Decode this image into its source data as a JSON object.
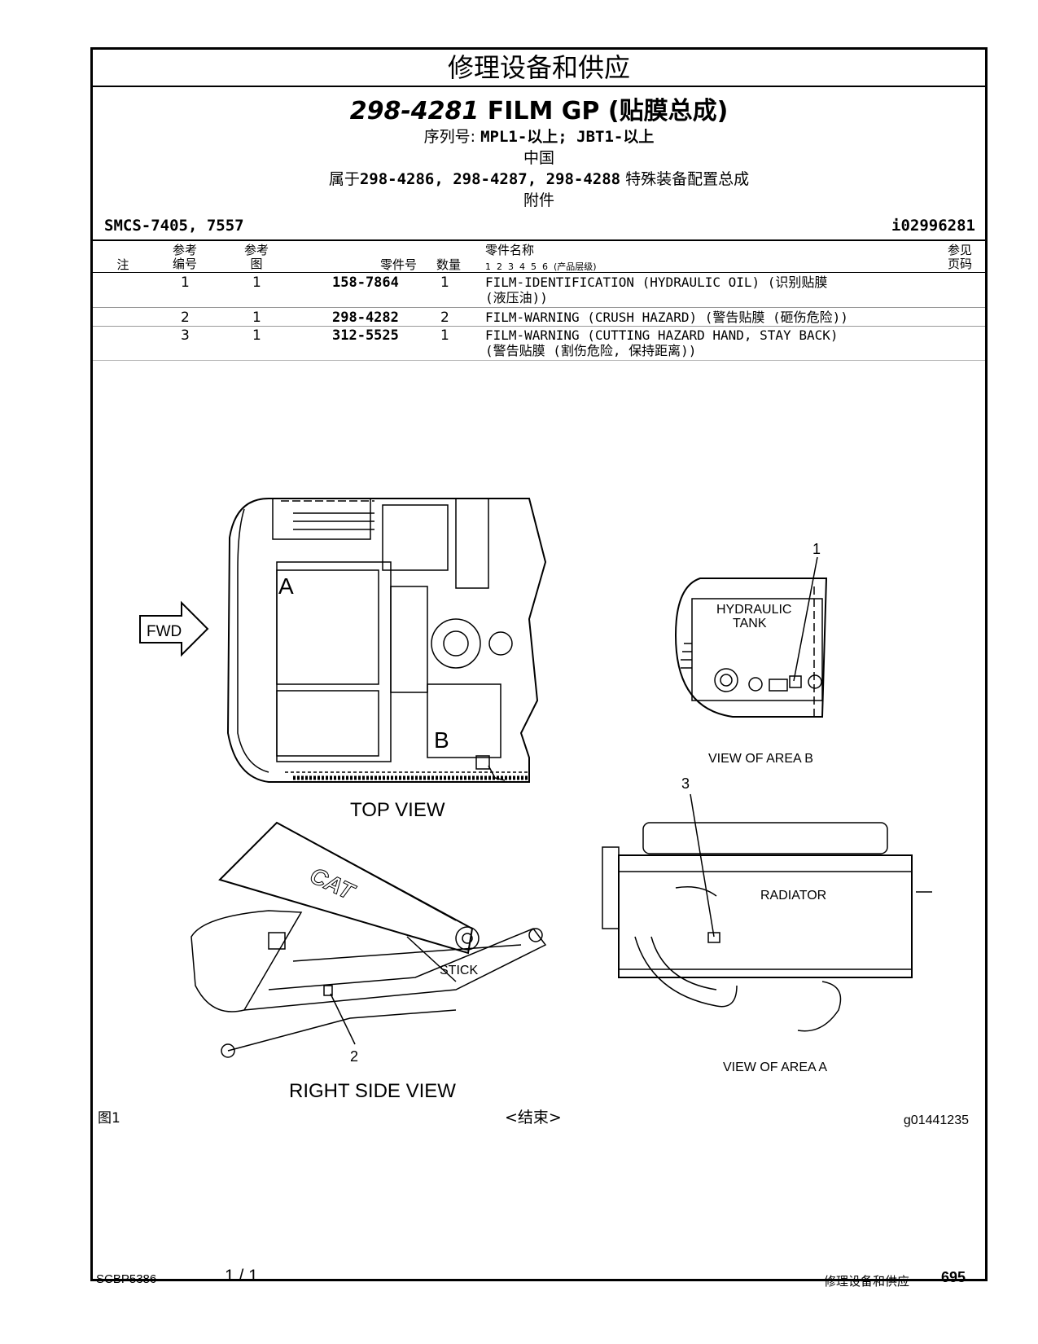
{
  "header": {
    "title": "修理设备和供应"
  },
  "doc": {
    "part_number": "298-4281",
    "part_name": "FILM GP",
    "part_name_cn": "(贴膜总成)",
    "serial_label": "序列号:",
    "serial_value": "MPL1-以上; JBT1-以上",
    "country": "中国",
    "belongs_prefix": "属于",
    "belongs_parts": "298-4286, 298-4287, 298-4288",
    "belongs_suffix": "特殊装备配置总成",
    "attachment": "附件",
    "smcs": "SMCS-7405, 7557",
    "doc_id": "i02996281"
  },
  "table": {
    "headers": {
      "note": "注",
      "ref_no": "参考\n编号",
      "ref_fig": "参考\n图",
      "part_no": "零件号",
      "qty": "数量",
      "name": "零件名称",
      "levels": "1  2  3  4  5  6  (产品层级)",
      "page": "参见\n页码"
    },
    "rows": [
      {
        "ref": "1",
        "fig": "1",
        "part": "158-7864",
        "qty": "1",
        "desc1": "FILM-IDENTIFICATION (HYDRAULIC OIL) (识别贴膜",
        "desc2": "(液压油))"
      },
      {
        "ref": "2",
        "fig": "1",
        "part": "298-4282",
        "qty": "2",
        "desc1": "FILM-WARNING (CRUSH HAZARD) (警告贴膜 (砸伤危险))",
        "desc2": ""
      },
      {
        "ref": "3",
        "fig": "1",
        "part": "312-5525",
        "qty": "1",
        "desc1": "FILM-WARNING (CUTTING HAZARD HAND, STAY BACK)",
        "desc2": "(警告贴膜 (割伤危险, 保持距离))"
      }
    ]
  },
  "figure": {
    "fwd": "FWD",
    "top_view": "TOP VIEW",
    "area_a": "A",
    "area_b": "B",
    "hydraulic_tank_1": "HYDRAULIC",
    "hydraulic_tank_2": "TANK",
    "view_area_b": "VIEW OF AREA B",
    "callout_1": "1",
    "callout_2": "2",
    "callout_3": "3",
    "radiator": "RADIATOR",
    "view_area_a": "VIEW OF AREA A",
    "stick": "STICK",
    "cat_logo": "CAT",
    "right_side_view": "RIGHT SIDE VIEW",
    "fig_label": "图1",
    "end_label": "<结束>",
    "graphic_id": "g01441235"
  },
  "footer": {
    "doc_code": "SCBP5386",
    "page_fraction": "1 / 1",
    "section": "修理设备和供应",
    "page_number": "695"
  }
}
